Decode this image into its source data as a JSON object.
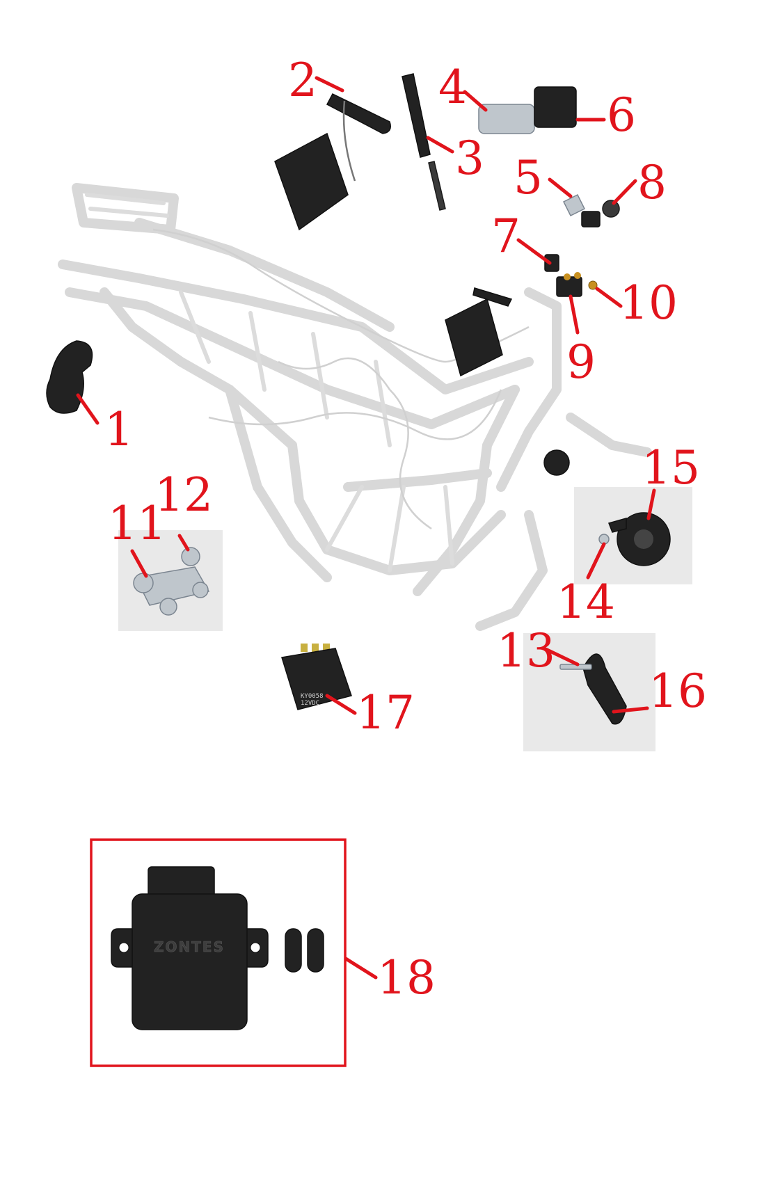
{
  "diagram": {
    "callouts": [
      {
        "id": "1",
        "label": "1"
      },
      {
        "id": "2",
        "label": "2"
      },
      {
        "id": "3",
        "label": "3"
      },
      {
        "id": "4",
        "label": "4"
      },
      {
        "id": "5",
        "label": "5"
      },
      {
        "id": "6",
        "label": "6"
      },
      {
        "id": "7",
        "label": "7"
      },
      {
        "id": "8",
        "label": "8"
      },
      {
        "id": "9",
        "label": "9"
      },
      {
        "id": "10",
        "label": "10"
      },
      {
        "id": "11",
        "label": "11"
      },
      {
        "id": "12",
        "label": "12"
      },
      {
        "id": "13",
        "label": "13"
      },
      {
        "id": "14",
        "label": "14"
      },
      {
        "id": "15",
        "label": "15"
      },
      {
        "id": "16",
        "label": "16"
      },
      {
        "id": "17",
        "label": "17"
      },
      {
        "id": "18",
        "label": "18"
      }
    ],
    "ecu_brand": "ZONTES",
    "relay_text": [
      "KY0058",
      "12VDC"
    ],
    "colors": {
      "callout": "#e1141c",
      "frame": "#d8d8d8",
      "part": "#222222",
      "highlight_box": "#e1141c"
    }
  }
}
